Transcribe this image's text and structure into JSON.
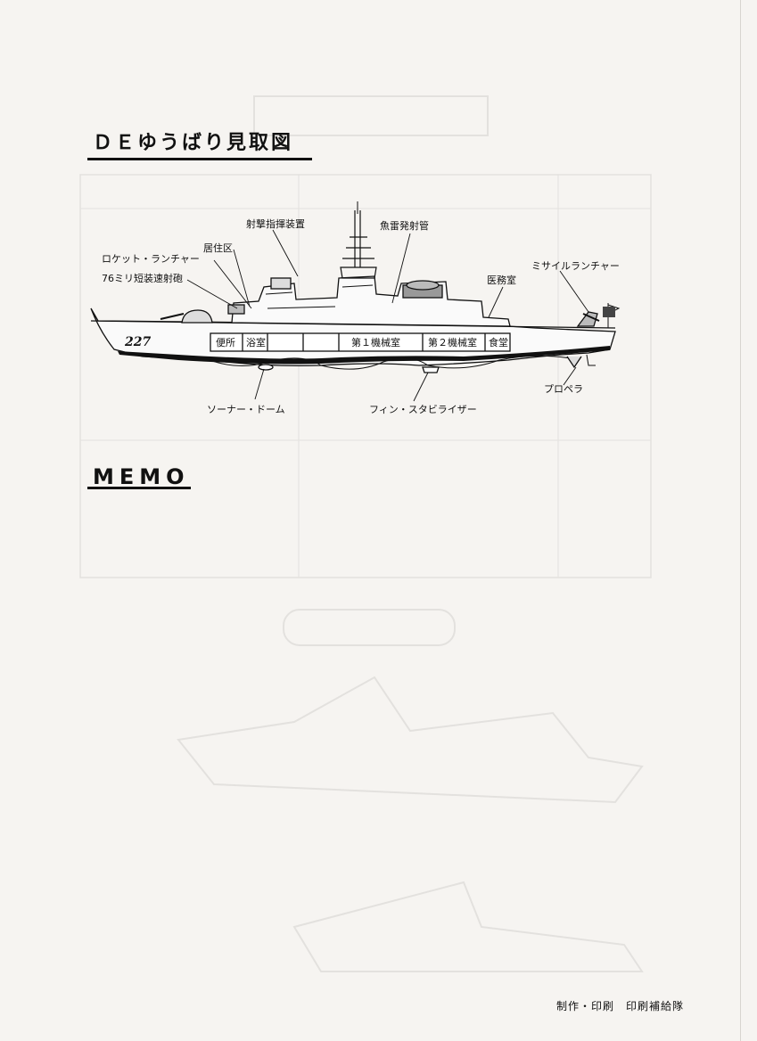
{
  "title": "ＤＥゆうばり見取図",
  "memo_heading": "MEMO",
  "ship": {
    "hull_number": "227",
    "callouts": {
      "fire_control": "射撃指揮装置",
      "torpedo_tubes": "魚雷発射管",
      "quarters": "居住区",
      "rocket_launcher": "ロケット・ランチャー",
      "gun": "76ミリ短装速射砲",
      "missile_launcher": "ミサイルランチャー",
      "medical_room": "医務室",
      "propeller": "プロペラ",
      "sonar_dome": "ソーナー・ドーム",
      "fin_stabilizer": "フィン・スタビライザー"
    },
    "compartments": [
      "便所",
      "浴室",
      "第１機械室",
      "第２機械室",
      "食堂"
    ]
  },
  "footer_credit": "制作・印刷　印刷補給隊"
}
